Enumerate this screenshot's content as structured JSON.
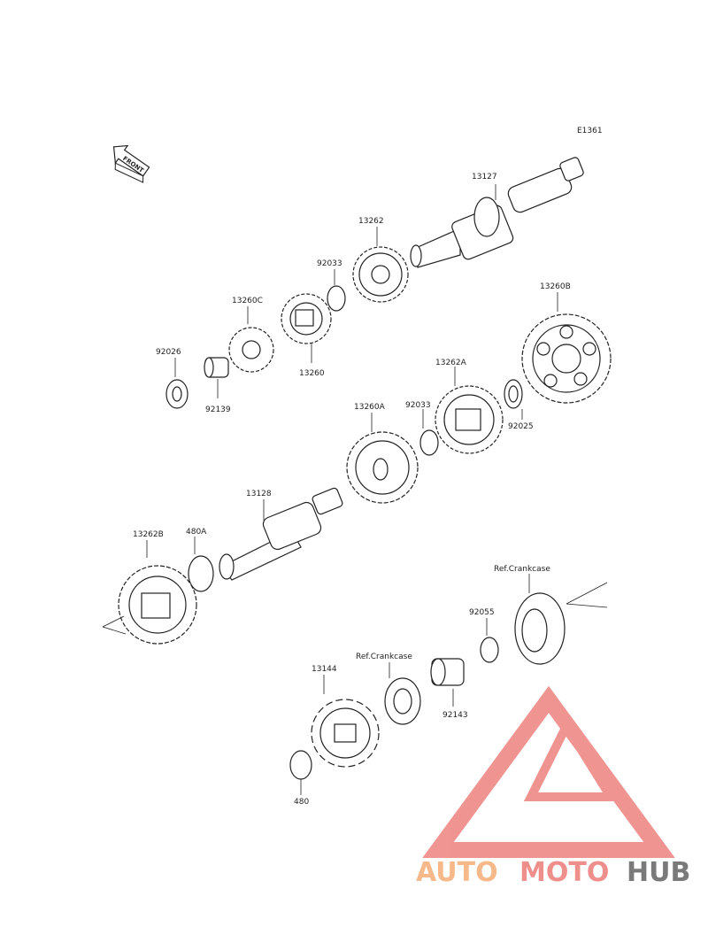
{
  "diagram_code": "E1361",
  "front_label": "FRONT",
  "parts": {
    "p13127": "13127",
    "p13262": "13262",
    "p92033_a": "92033",
    "p13260C": "13260C",
    "p13260": "13260",
    "p92026": "92026",
    "p92139": "92139",
    "p13260B": "13260B",
    "p13262A": "13262A",
    "p92033_b": "92033",
    "p13260A": "13260A",
    "p92025": "92025",
    "p13128": "13128",
    "p13262B": "13262B",
    "p480A": "480A",
    "ref_crankcase_1": "Ref.Crankcase",
    "p92055": "92055",
    "ref_crankcase_2": "Ref.Crankcase",
    "p13144": "13144",
    "p92143": "92143",
    "p480": "480"
  },
  "watermark": {
    "part1": "AUTO",
    "part2": "MOTO",
    "part3": "HUB",
    "colors": {
      "yellow": "#f7b98a",
      "red": "#ef8f8c",
      "gray": "#7a7a7a"
    }
  }
}
